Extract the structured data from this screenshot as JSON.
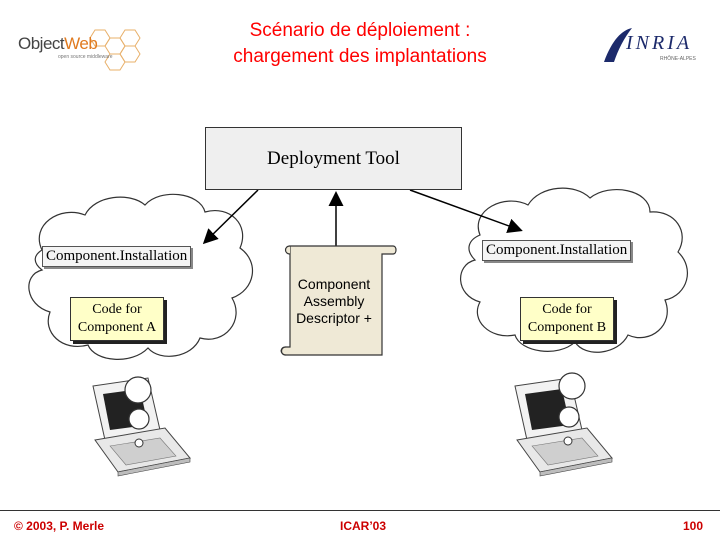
{
  "slide": {
    "title_line1": "Scénario de déploiement :",
    "title_line2": "chargement des implantations",
    "logo_left": {
      "name": "ObjectWeb",
      "part1": "Object",
      "part2": "Web",
      "tagline": "open source middleware"
    },
    "logo_right": {
      "name": "INRIA",
      "subtitle": "RHÔNE-ALPES"
    }
  },
  "diagram": {
    "tool_label": "Deployment Tool",
    "left_install_label": "Component.Installation",
    "right_install_label": "Component.Installation",
    "left_code_lines": [
      "Code for",
      "Component A"
    ],
    "right_code_lines": [
      "Code for",
      "Component B"
    ],
    "descriptor_lines": [
      "Component",
      "Assembly",
      "Descriptor +"
    ]
  },
  "footer": {
    "copyright": "© 2003, P. Merle",
    "event": "ICAR’03",
    "page": "100"
  }
}
